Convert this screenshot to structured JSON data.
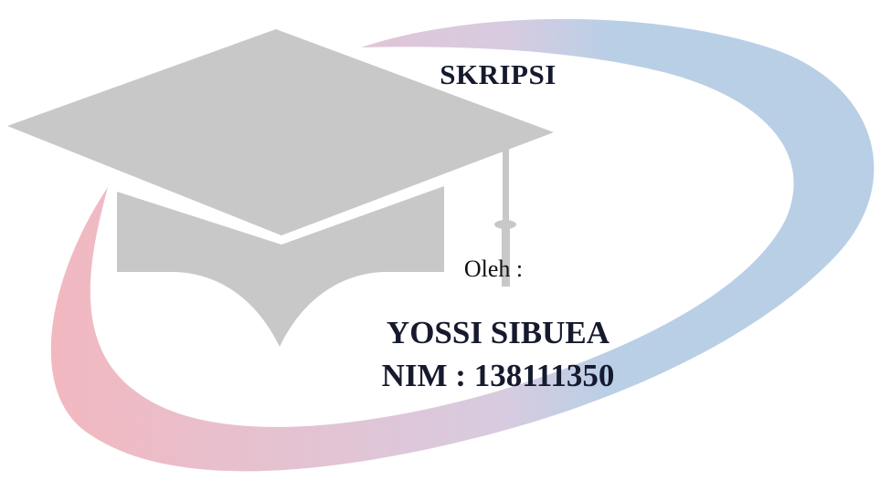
{
  "cover": {
    "title": "SKRIPSI",
    "by_label": "Oleh :",
    "author_name": "YOSSI SIBUEA",
    "author_id": "NIM : 138111350"
  },
  "art": {
    "swoosh_left_color": "#f2b8c0",
    "swoosh_mid_color": "#d8cbe0",
    "swoosh_right_color": "#b9cfe6",
    "cap_color": "#c8c8c8",
    "icon": "graduation-cap-icon"
  }
}
